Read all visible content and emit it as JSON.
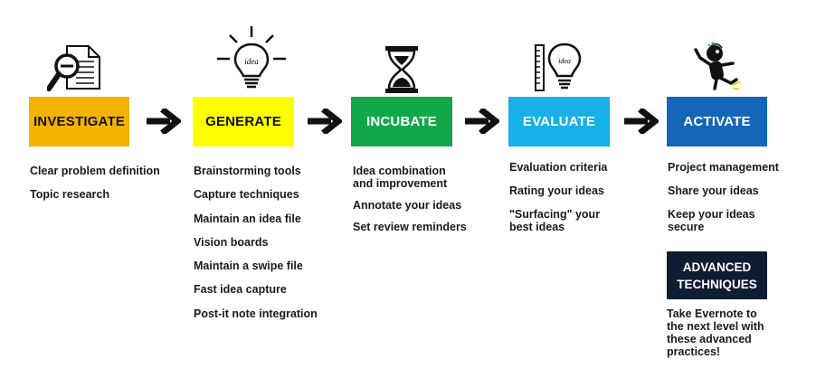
{
  "stages": [
    {
      "label": "INVESTIGATE",
      "color": "#f5b301",
      "text_color": "#111111"
    },
    {
      "label": "GENERATE",
      "color": "#ffff00",
      "text_color": "#111111"
    },
    {
      "label": "INCUBATE",
      "color": "#12a84a",
      "text_color": "#ffffff"
    },
    {
      "label": "EVALUATE",
      "color": "#17b0e8",
      "text_color": "#ffffff"
    },
    {
      "label": "ACTIVATE",
      "color": "#1565b8",
      "text_color": "#ffffff"
    }
  ],
  "lists": {
    "investigate": [
      "Clear problem definition",
      "Topic research"
    ],
    "generate": [
      "Brainstorming tools",
      "Capture techniques",
      "Maintain an idea file",
      "Vision boards",
      "Maintain a swipe file",
      "Fast idea capture",
      "Post-it note integration"
    ],
    "incubate": [
      "Idea combination\nand improvement",
      "Annotate your ideas",
      "Set review reminders"
    ],
    "evaluate": [
      "Evaluation criteria",
      "Rating your ideas",
      "\"Surfacing\" your\nbest ideas"
    ],
    "activate": [
      "Project management",
      "Share your ideas",
      "Keep your ideas\nsecure"
    ]
  },
  "advanced": {
    "line1": "ADVANCED",
    "line2": "TECHNIQUES",
    "description": "Take Evernote to\nthe next level with\nthese advanced\npractices!"
  },
  "icons": {
    "investigate": "magnifier-document-icon",
    "generate": "idea-lightbulb-icon",
    "incubate": "hourglass-icon",
    "evaluate": "ruler-lightbulb-icon",
    "activate": "running-figure-icon",
    "bulb_label": "idea"
  }
}
